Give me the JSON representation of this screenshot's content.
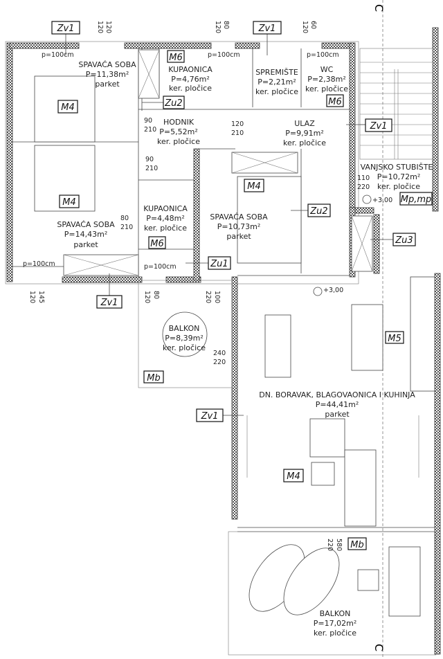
{
  "rooms": [
    {
      "name": "SPAVAĆA SOBA",
      "area": "P=11,38m²",
      "floor": "parket"
    },
    {
      "name": "KUPAONICA",
      "area": "P=4,76m²",
      "floor": "ker. pločice"
    },
    {
      "name": "SPREMIŠTE",
      "area": "P=2,21m²",
      "floor": "ker. pločice"
    },
    {
      "name": "WC",
      "area": "P=2,38m²",
      "floor": "ker. pločice"
    },
    {
      "name": "HODNIK",
      "area": "P=5,52m²",
      "floor": "ker. pločice"
    },
    {
      "name": "ULAZ",
      "area": "P=9,91m²",
      "floor": "ker. pločice"
    },
    {
      "name": "VANJSKO STUBIŠTE",
      "area": "P=10,72m²",
      "floor": "ker. pločice"
    },
    {
      "name": "SPAVAĆA SOBA",
      "area": "P=14,43m²",
      "floor": "parket"
    },
    {
      "name": "KUPAONICA",
      "area": "P=4,48m²",
      "floor": "ker. pločice"
    },
    {
      "name": "SPAVAĆA SOBA",
      "area": "P=10,73m²",
      "floor": "parket"
    },
    {
      "name": "BALKON",
      "area": "P=8,39m²",
      "floor": "ker. pločice"
    },
    {
      "name": "DN. BORAVAK, BLAGOVAONICA I KUHINJA",
      "area": "P=44,41m²",
      "floor": "parket"
    },
    {
      "name": "BALKON",
      "area": "P=17,02m²",
      "floor": "ker. pločice"
    }
  ],
  "tags": {
    "zv1": "Zv1",
    "m6": "M6",
    "zu2": "Zu2",
    "m4": "M4",
    "zu1": "Zu1",
    "zu3": "Zu3",
    "mpmp": "Mp,mp",
    "mb": "Mb",
    "m5": "M5"
  },
  "dims": {
    "d120": "120",
    "d80": "80",
    "d60": "60",
    "d90": "90",
    "d210": "210",
    "d110": "110",
    "d220": "220",
    "d145": "145",
    "d100": "100",
    "d240": "240",
    "d580": "580",
    "p100": "p=100cm",
    "level": "+3,00"
  },
  "section_marker": "C"
}
